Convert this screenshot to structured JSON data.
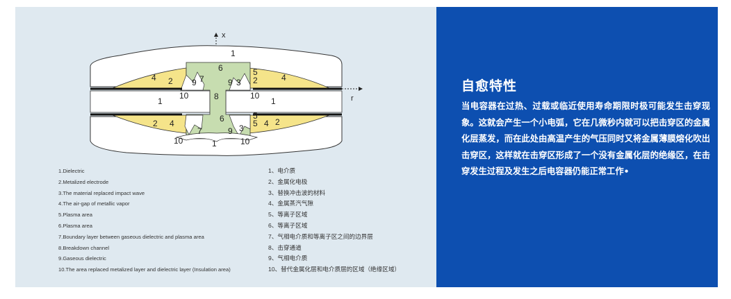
{
  "diagram": {
    "axis_x_label": "x",
    "axis_r_label": "r",
    "labels": [
      "1",
      "4",
      "2",
      "9",
      "7",
      "6",
      "9",
      "3",
      "5",
      "2",
      "4",
      "10",
      "1",
      "8",
      "10",
      "5",
      "1",
      "6",
      "2",
      "4",
      "7",
      "9",
      "3",
      "5",
      "4",
      "2",
      "10",
      "1",
      "10"
    ]
  },
  "legend_en": [
    "1.Dielectric",
    "2.Metalized electrode",
    "3.The material replaced impact wave",
    "4.The air-gap of metallic vapor",
    "5.Plasma area",
    "6.Plasma area",
    "7.Boundary layer between gaseous dielectric and plasma area",
    "8.Breakdown channel",
    "9.Gaseous dielectric",
    "10.The area replaced metalized layer and dielectric layer (Insulation area)"
  ],
  "legend_zh": [
    "1、电介质",
    "2、金属化电极",
    "3、替换冲击波的材料",
    "4、金属蒸汽气隙",
    "5、等离子区域",
    "6、等离子区域",
    "7、气相电介质和等离子区之间的边界层",
    "8、击穿通道",
    "9、气相电介质",
    "10、替代金属化层和电介质层的区域（绝缘区域）"
  ],
  "feature": {
    "title": "自愈特性",
    "body": "当电容器在过热、过载或临近使用寿命期限时极可能发生击穿现象。这就会产生一个小电弧，它在几微秒内就可以把击穿区的金属化层蒸发，而在此处由高温产生的气压同时又将金属薄膜熔化吹出击穿区，这样就在击穿区形成了一个没有金属化层的绝缘区，在击穿发生过程及发生之后电容器仍能正常工作•"
  },
  "colors": {
    "panel_bg": "#dfe9f0",
    "blue_bg": "#0d4fb0",
    "yellow": "#f5e48a",
    "green": "#c7ddb0"
  }
}
